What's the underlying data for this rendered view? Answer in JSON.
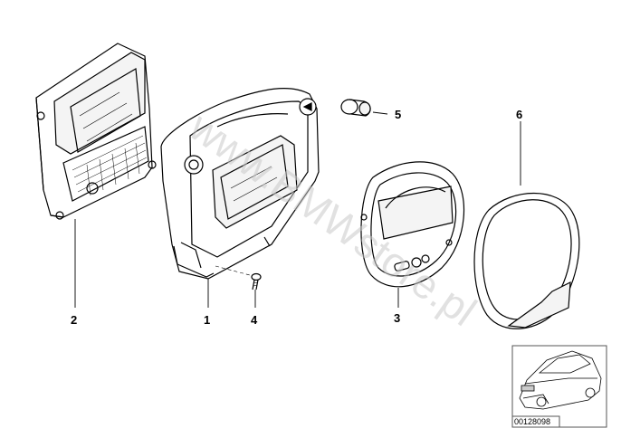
{
  "parts": [
    {
      "number": "1",
      "name": "part-1-instrument-housing"
    },
    {
      "number": "2",
      "name": "part-2-control-unit"
    },
    {
      "number": "3",
      "name": "part-3-display-bezel"
    },
    {
      "number": "4",
      "name": "part-4-screw"
    },
    {
      "number": "5",
      "name": "part-5-knob-cap"
    },
    {
      "number": "6",
      "name": "part-6-trim-ring"
    }
  ],
  "watermark": "www.BMWstore.pl",
  "reference_number": "00128098",
  "colors": {
    "line": "#000000",
    "watermark": "#c8c8c8",
    "frame": "#555555"
  }
}
